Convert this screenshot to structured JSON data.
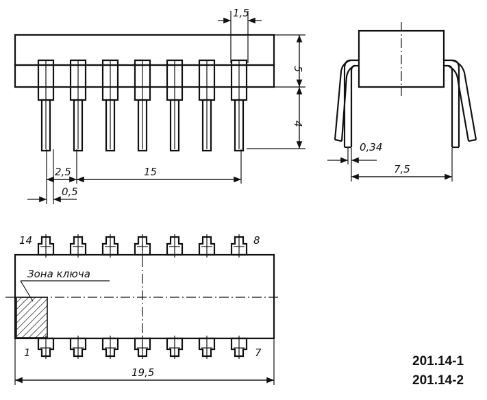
{
  "side_view": {
    "dim_pin_width_top": "1,5",
    "dim_body_height": "5",
    "dim_lead_length": "4",
    "dim_pitch": "2,5",
    "dim_span": "15",
    "dim_lead_thickness": "0,5"
  },
  "end_view": {
    "dim_lead_thickness": "0,34",
    "dim_row_spacing": "7,5"
  },
  "top_view": {
    "pin_top_left": "14",
    "pin_top_right": "8",
    "pin_bottom_left": "1",
    "pin_bottom_right": "7",
    "key_zone_label": "Зона ключа",
    "dim_body_length": "19,5"
  },
  "package_codes": [
    "201.14-1",
    "201.14-2"
  ]
}
